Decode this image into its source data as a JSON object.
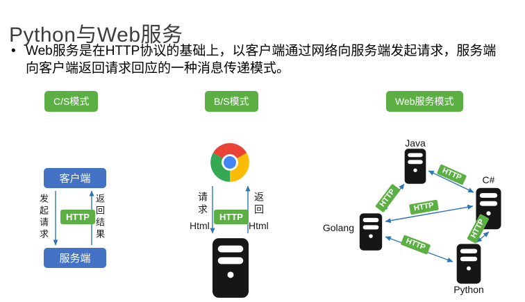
{
  "slide": {
    "title": "Python与Web服务",
    "bullet_marker": "•",
    "bullet_text": "Web服务是在HTTP协议的基础上，以客户端通过网络向服务端发起请求，服务端向客户端返回请求回应的一种消息传递模式。"
  },
  "tags": {
    "cs": "C/S模式",
    "bs": "B/S模式",
    "web": "Web服务模式"
  },
  "cs_diagram": {
    "client_label": "客户端",
    "server_label": "服务端",
    "request_vertical": "发起请求",
    "response_vertical": "返回结果",
    "http_label": "HTTP"
  },
  "bs_diagram": {
    "request_label": "请求",
    "request_format": "Html",
    "response_label": "返回",
    "response_format": "Html",
    "http_label": "HTTP"
  },
  "web_diagram": {
    "http_label": "HTTP",
    "nodes": [
      "Java",
      "C#",
      "Golang",
      "Python"
    ]
  },
  "colors": {
    "green": "#5CB043",
    "blue": "#4472C4",
    "arrow": "#2E75B6",
    "title": "#3D3D3D"
  }
}
